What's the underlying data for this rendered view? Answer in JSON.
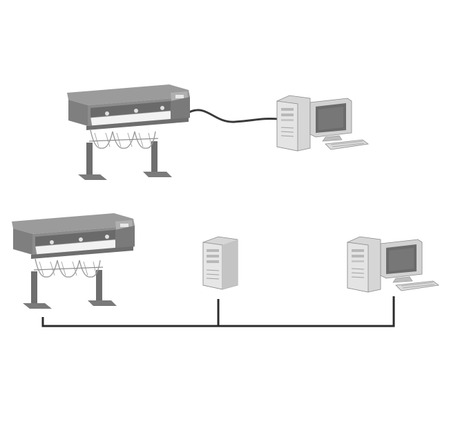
{
  "diagram": {
    "scenarios": [
      {
        "id": "direct-connection",
        "devices": [
          {
            "type": "large-format-printer",
            "icon": "plotter-icon"
          },
          {
            "type": "desktop-computer",
            "icon": "computer-icon"
          }
        ],
        "link": "cable"
      },
      {
        "id": "network-connection",
        "devices": [
          {
            "type": "large-format-printer",
            "icon": "plotter-icon"
          },
          {
            "type": "server",
            "icon": "server-tower-icon"
          },
          {
            "type": "desktop-computer",
            "icon": "computer-icon"
          }
        ],
        "link": "network-bus"
      }
    ],
    "colors": {
      "background": "#ffffff",
      "device_body": "#8a8a8a",
      "device_dark": "#5a5a5a",
      "device_light": "#b5b5b5",
      "computer_case": "#d9d9d9",
      "screen": "#6b6b6b",
      "paper": "#f0f0f0",
      "line": "#2b2b2b"
    }
  }
}
